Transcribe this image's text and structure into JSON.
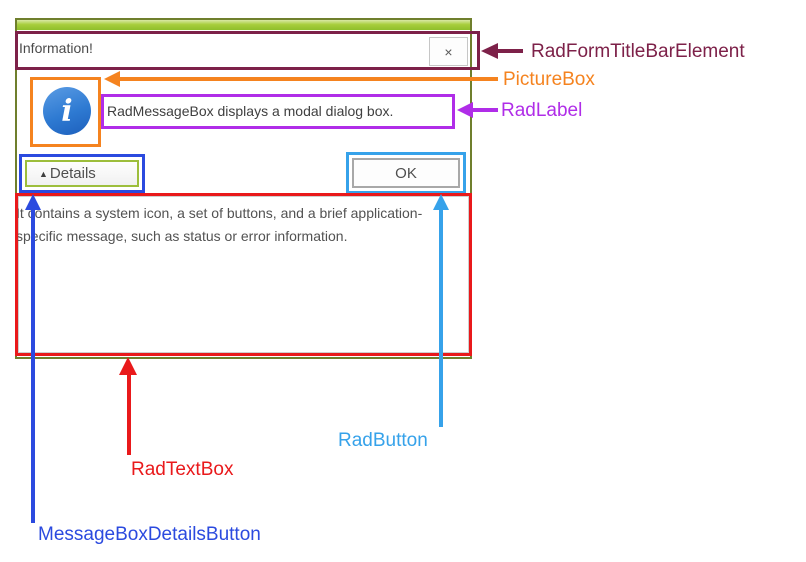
{
  "window": {
    "title": "Information!",
    "close_icon": "×"
  },
  "message_box": {
    "icon_glyph": "i",
    "message": "RadMessageBox displays a modal dialog box.",
    "details_button_arrow": "▲",
    "details_button_label": "Details",
    "ok_button_label": "OK",
    "details_text": "It contains a system icon, a set of buttons, and a brief application-specific message, such as status or error information."
  },
  "annotations": {
    "title_bar": {
      "label": "RadFormTitleBarElement",
      "color": "#7d2149"
    },
    "picture_box": {
      "label": "PictureBox",
      "color": "#f5831f"
    },
    "rad_label": {
      "label": "RadLabel",
      "color": "#b02de8"
    },
    "rad_button": {
      "label": "RadButton",
      "color": "#36a2ea"
    },
    "rad_text_box": {
      "label": "RadTextBox",
      "color": "#e9191b"
    },
    "details_button": {
      "label": "MessageBoxDetailsButton",
      "color": "#2b4adf"
    }
  },
  "colors": {
    "form_border": "#6f7f2d",
    "title_strip_green": "#a8ce3d",
    "details_button_border": "#9dbe3c",
    "icon_blue": "#2e7ad2"
  }
}
